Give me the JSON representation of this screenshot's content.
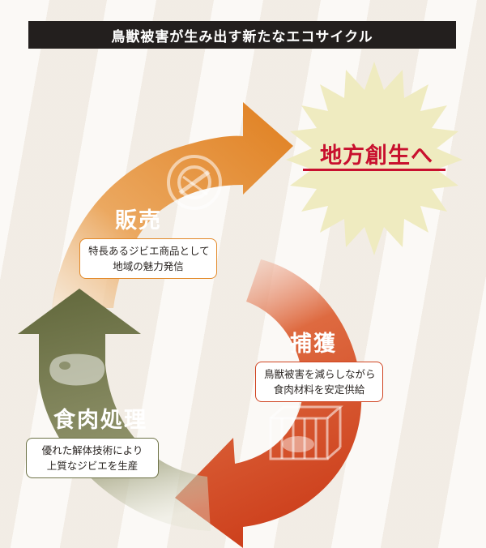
{
  "title": "鳥獣被害が生み出す新たなエコサイクル",
  "goal": "地方創生へ",
  "stages": {
    "hanbai": {
      "label": "販売",
      "desc": [
        "特長あるジビエ商品として",
        "地域の魅力発信"
      ],
      "icon": "plate-fork-knife-icon"
    },
    "hokaku": {
      "label": "捕獲",
      "desc": [
        "鳥獣被害を減らしながら",
        "食肉材料を安定供給"
      ],
      "icon": "animal-cage-icon"
    },
    "shoku": {
      "label": "食肉処理",
      "desc": [
        "優れた解体技術により",
        "上質なジビエを生産"
      ],
      "icon": "meat-steak-icon"
    }
  },
  "colors": {
    "sales_orange": "#e38a2a",
    "capture_red": "#d04421",
    "processing_green": "#6e7347",
    "goal_red": "#c8102e",
    "starburst": "#efebc0"
  }
}
